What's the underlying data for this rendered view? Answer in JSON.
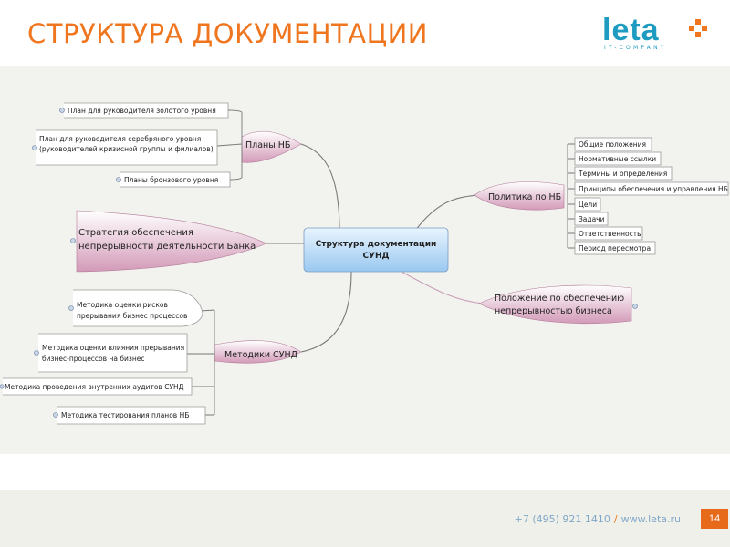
{
  "title": "СТРУКТУРА ДОКУМЕНТАЦИИ",
  "logo": {
    "text": "leta",
    "subtitle": "IT-COMPANY",
    "colors": {
      "text": "#1e9bc0",
      "mark": "#f0751f"
    }
  },
  "footer": {
    "phone": "+7 (495) 921 1410",
    "separator": "/",
    "site": "www.leta.ru",
    "page": "14"
  },
  "colors": {
    "title": "#f0751f",
    "accent": "#e66a1a",
    "branch_pink": "#d9a4c0",
    "center_blue": "#a9cff2"
  },
  "mindmap": {
    "center": {
      "line1": "Структура документации",
      "line2": "СУНД"
    },
    "plany": {
      "label": "Планы НБ",
      "items": [
        {
          "lines": [
            "План для руководителя золотого уровня"
          ]
        },
        {
          "lines": [
            "План для руководителя серебряного уровня",
            "(руководителей кризисной группы и филиалов)"
          ]
        },
        {
          "lines": [
            "Планы бронзового уровня"
          ]
        }
      ]
    },
    "strategy": {
      "line1": "Стратегия обеспечения",
      "line2": "непрерывности деятельности Банка"
    },
    "metodiki": {
      "label": "Методики СУНД",
      "items": [
        {
          "lines": [
            "Методика оценки рисков",
            "прерывания бизнес процессов"
          ]
        },
        {
          "lines": [
            "Методика оценки влияния прерывания",
            "бизнес-процессов на бизнес"
          ]
        },
        {
          "lines": [
            "Методика проведения внутренних аудитов СУНД"
          ]
        },
        {
          "lines": [
            "Методика тестирования планов НБ"
          ]
        }
      ]
    },
    "politika": {
      "label": "Политика по НБ",
      "items": [
        "Общие положения",
        "Нормативные ссылки",
        "Термины и определения",
        "Принципы обеспечения и управления НБ",
        "Цели",
        "Задачи",
        "Ответственность",
        "Период пересмотра"
      ]
    },
    "polozhenie": {
      "line1": "Положение по обеспечению",
      "line2": "непрерывностью бизнеса"
    }
  }
}
